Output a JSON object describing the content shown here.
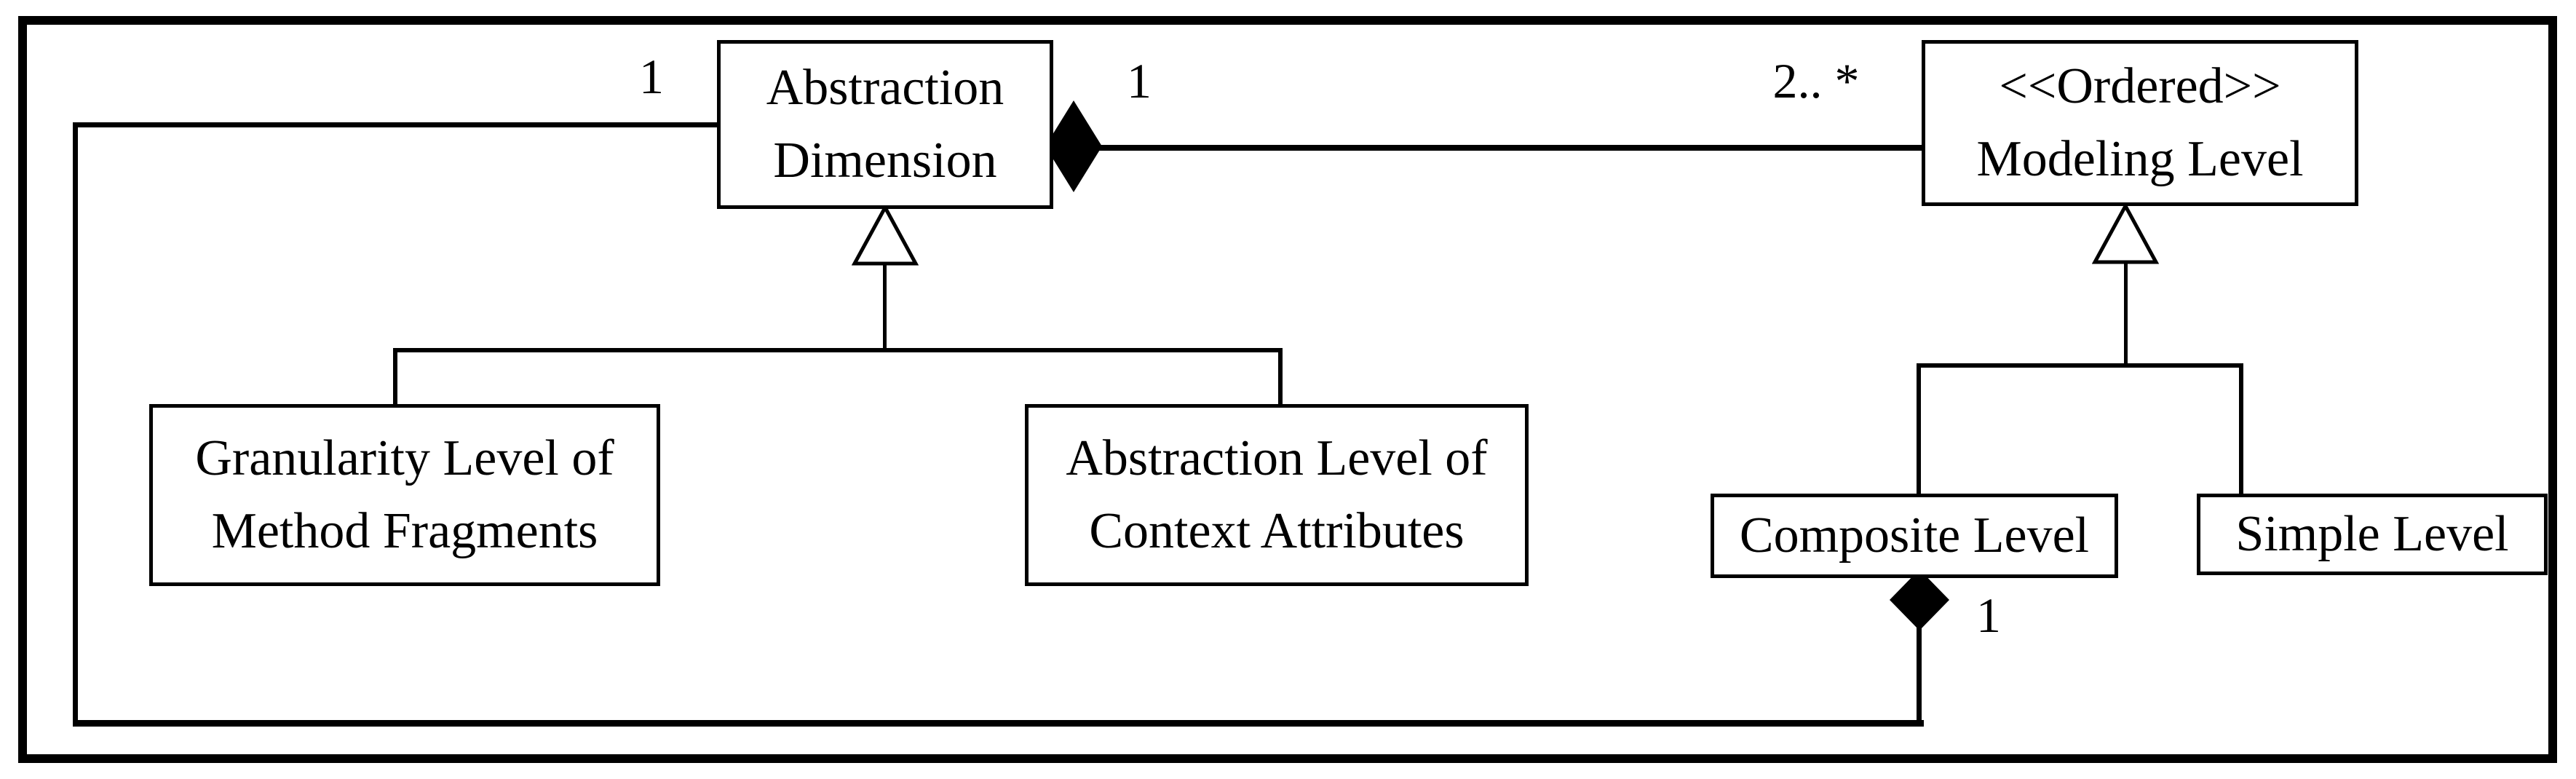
{
  "figure": {
    "type": "uml-class-diagram",
    "colors": {
      "line": "#000000",
      "background": "#ffffff"
    },
    "icons": {
      "composition_diamond": "black-filled-diamond",
      "generalization_arrow": "hollow-white-triangle"
    },
    "classes": [
      {
        "id": "abstraction-dimension",
        "label": "Abstraction\nDimension"
      },
      {
        "id": "modeling-level",
        "label": "<<Ordered>>\nModeling Level"
      },
      {
        "id": "granularity-level",
        "label": "Granularity Level of\nMethod Fragments"
      },
      {
        "id": "abstraction-level",
        "label": "Abstraction Level of\nContext Attributes"
      },
      {
        "id": "composite-level",
        "label": "Composite Level"
      },
      {
        "id": "simple-level",
        "label": "Simple Level"
      }
    ],
    "multiplicities": {
      "dimension_left": "1",
      "dimension_composition": "1",
      "modeling_levels": "2.. *",
      "composite_composition": "1"
    }
  }
}
